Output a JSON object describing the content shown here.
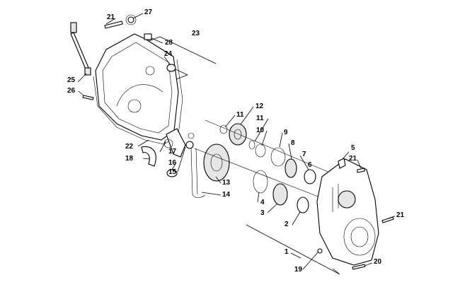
{
  "callouts": [
    {
      "id": "c21a",
      "text": "21"
    },
    {
      "id": "c27",
      "text": "27"
    },
    {
      "id": "c23",
      "text": "23"
    },
    {
      "id": "c28",
      "text": "28"
    },
    {
      "id": "c24",
      "text": "24"
    },
    {
      "id": "c25",
      "text": "25"
    },
    {
      "id": "c26",
      "text": "26"
    },
    {
      "id": "c12",
      "text": "12"
    },
    {
      "id": "c11a",
      "text": "11"
    },
    {
      "id": "c11b",
      "text": "11"
    },
    {
      "id": "c10",
      "text": "10"
    },
    {
      "id": "c9",
      "text": "9"
    },
    {
      "id": "c8",
      "text": "8"
    },
    {
      "id": "c7",
      "text": "7"
    },
    {
      "id": "c6",
      "text": "6"
    },
    {
      "id": "c5",
      "text": "5"
    },
    {
      "id": "c21b",
      "text": "21"
    },
    {
      "id": "c22",
      "text": "22"
    },
    {
      "id": "c17",
      "text": "17"
    },
    {
      "id": "c18",
      "text": "18"
    },
    {
      "id": "c16",
      "text": "16"
    },
    {
      "id": "c15",
      "text": "15"
    },
    {
      "id": "c13",
      "text": "13"
    },
    {
      "id": "c14",
      "text": "14"
    },
    {
      "id": "c4",
      "text": "4"
    },
    {
      "id": "c3",
      "text": "3"
    },
    {
      "id": "c2",
      "text": "2"
    },
    {
      "id": "c21c",
      "text": "21"
    },
    {
      "id": "c1",
      "text": "1"
    },
    {
      "id": "c19",
      "text": "19"
    },
    {
      "id": "c20",
      "text": "20"
    }
  ]
}
